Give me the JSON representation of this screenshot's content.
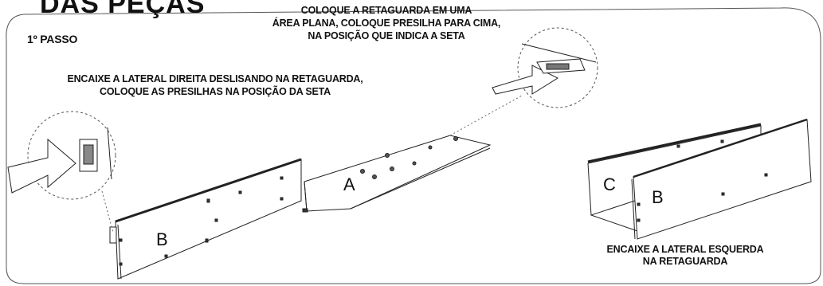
{
  "heading": "DAS PEÇAS",
  "step_label": "1º PASSO",
  "instruction_top": [
    "COLOQUE A RETAGUARDA EM UMA",
    "ÁREA PLANA, COLOQUE PRESILHA PARA CIMA,",
    "NA POSIÇÃO QUE INDICA A SETA"
  ],
  "instruction_left": [
    "ENCAIXE A LATERAL DIREITA DESLISANDO NA RETAGUARDA,",
    "COLOQUE AS PRESILHAS NA POSIÇÃO DA SETA"
  ],
  "instruction_right": [
    "ENCAIXE A LATERAL ESQUERDA",
    "NA RETAGUARDA"
  ],
  "part_labels": {
    "a": "A",
    "b_left": "B",
    "c": "C",
    "b_right": "B"
  }
}
